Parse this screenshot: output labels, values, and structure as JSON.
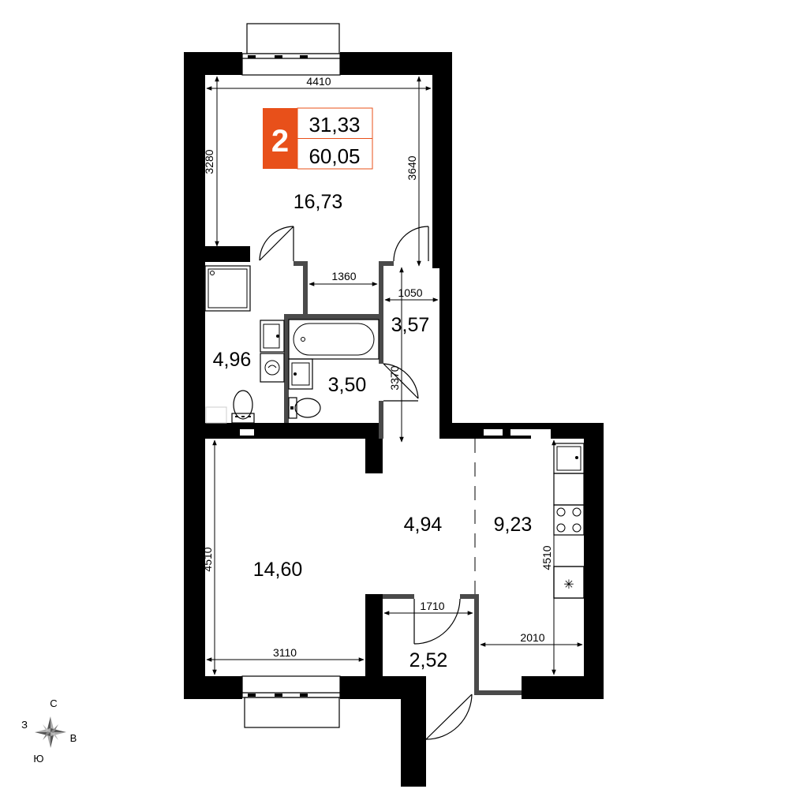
{
  "badge": {
    "rooms": "2",
    "living_area": "31,33",
    "total_area": "60,05",
    "color": "#e8501a"
  },
  "rooms": {
    "room_top": "16,73",
    "bathroom": "4,96",
    "toilet": "3,50",
    "corridor": "3,57",
    "room_bottom": "14,60",
    "hall": "4,94",
    "kitchen": "9,23",
    "entrance": "2,52"
  },
  "dimensions": {
    "top_width": "4410",
    "top_left_height": "3280",
    "top_right_height": "3640",
    "bath_width": "1360",
    "corridor_width": "1050",
    "corridor_height": "3370",
    "bottom_left_height": "4510",
    "bottom_width": "3110",
    "entrance_width": "1710",
    "kitchen_height": "4510",
    "kitchen_width": "2010"
  },
  "compass": {
    "north": "С",
    "east": "В",
    "south": "Ю",
    "west": "З"
  }
}
